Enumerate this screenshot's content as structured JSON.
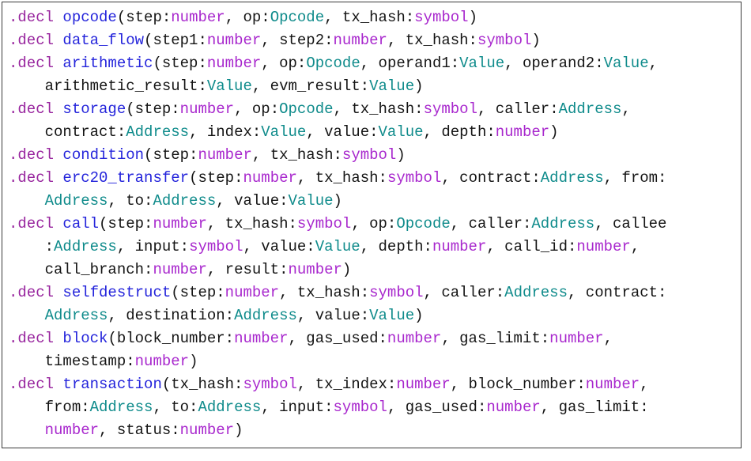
{
  "listing": {
    "language": "souffle-datalog",
    "description_labels": {
      "keyword_label": ".decl"
    }
  },
  "colors": {
    "keyword": "#98259E",
    "relation": "#2424DB",
    "builtin_type": "#A827CD",
    "user_type": "#0F8B8B",
    "plain": "#141414",
    "border": "#3A3A3A",
    "background": "#FFFFFF"
  },
  "code": {
    "lines": [
      {
        "tokens": [
          [
            "kw",
            ".decl"
          ],
          [
            "pl",
            " "
          ],
          [
            "rel",
            "opcode"
          ],
          [
            "pl",
            "(step:"
          ],
          [
            "bt",
            "number"
          ],
          [
            "pl",
            ", op:"
          ],
          [
            "ut",
            "Opcode"
          ],
          [
            "pl",
            ", tx_hash:"
          ],
          [
            "bt",
            "symbol"
          ],
          [
            "pl",
            ")"
          ]
        ]
      },
      {
        "tokens": [
          [
            "kw",
            ".decl"
          ],
          [
            "pl",
            " "
          ],
          [
            "rel",
            "data_flow"
          ],
          [
            "pl",
            "(step1:"
          ],
          [
            "bt",
            "number"
          ],
          [
            "pl",
            ", step2:"
          ],
          [
            "bt",
            "number"
          ],
          [
            "pl",
            ", tx_hash:"
          ],
          [
            "bt",
            "symbol"
          ],
          [
            "pl",
            ")"
          ]
        ]
      },
      {
        "tokens": [
          [
            "kw",
            ".decl"
          ],
          [
            "pl",
            " "
          ],
          [
            "rel",
            "arithmetic"
          ],
          [
            "pl",
            "(step:"
          ],
          [
            "bt",
            "number"
          ],
          [
            "pl",
            ", op:"
          ],
          [
            "ut",
            "Opcode"
          ],
          [
            "pl",
            ", operand1:"
          ],
          [
            "ut",
            "Value"
          ],
          [
            "pl",
            ", operand2:"
          ],
          [
            "ut",
            "Value"
          ],
          [
            "pl",
            ","
          ]
        ]
      },
      {
        "tokens": [
          [
            "pl",
            "    arithmetic_result:"
          ],
          [
            "ut",
            "Value"
          ],
          [
            "pl",
            ", evm_result:"
          ],
          [
            "ut",
            "Value"
          ],
          [
            "pl",
            ")"
          ]
        ]
      },
      {
        "tokens": [
          [
            "kw",
            ".decl"
          ],
          [
            "pl",
            " "
          ],
          [
            "rel",
            "storage"
          ],
          [
            "pl",
            "(step:"
          ],
          [
            "bt",
            "number"
          ],
          [
            "pl",
            ", op:"
          ],
          [
            "ut",
            "Opcode"
          ],
          [
            "pl",
            ", tx_hash:"
          ],
          [
            "bt",
            "symbol"
          ],
          [
            "pl",
            ", caller:"
          ],
          [
            "ut",
            "Address"
          ],
          [
            "pl",
            ","
          ]
        ]
      },
      {
        "tokens": [
          [
            "pl",
            "    contract:"
          ],
          [
            "ut",
            "Address"
          ],
          [
            "pl",
            ", index:"
          ],
          [
            "ut",
            "Value"
          ],
          [
            "pl",
            ", value:"
          ],
          [
            "ut",
            "Value"
          ],
          [
            "pl",
            ", depth:"
          ],
          [
            "bt",
            "number"
          ],
          [
            "pl",
            ")"
          ]
        ]
      },
      {
        "tokens": [
          [
            "kw",
            ".decl"
          ],
          [
            "pl",
            " "
          ],
          [
            "rel",
            "condition"
          ],
          [
            "pl",
            "(step:"
          ],
          [
            "bt",
            "number"
          ],
          [
            "pl",
            ", tx_hash:"
          ],
          [
            "bt",
            "symbol"
          ],
          [
            "pl",
            ")"
          ]
        ]
      },
      {
        "tokens": [
          [
            "kw",
            ".decl"
          ],
          [
            "pl",
            " "
          ],
          [
            "rel",
            "erc20_transfer"
          ],
          [
            "pl",
            "(step:"
          ],
          [
            "bt",
            "number"
          ],
          [
            "pl",
            ", tx_hash:"
          ],
          [
            "bt",
            "symbol"
          ],
          [
            "pl",
            ", contract:"
          ],
          [
            "ut",
            "Address"
          ],
          [
            "pl",
            ", from:"
          ]
        ]
      },
      {
        "tokens": [
          [
            "pl",
            "    "
          ],
          [
            "ut",
            "Address"
          ],
          [
            "pl",
            ", to:"
          ],
          [
            "ut",
            "Address"
          ],
          [
            "pl",
            ", value:"
          ],
          [
            "ut",
            "Value"
          ],
          [
            "pl",
            ")"
          ]
        ]
      },
      {
        "tokens": [
          [
            "kw",
            ".decl"
          ],
          [
            "pl",
            " "
          ],
          [
            "rel",
            "call"
          ],
          [
            "pl",
            "(step:"
          ],
          [
            "bt",
            "number"
          ],
          [
            "pl",
            ", tx_hash:"
          ],
          [
            "bt",
            "symbol"
          ],
          [
            "pl",
            ", op:"
          ],
          [
            "ut",
            "Opcode"
          ],
          [
            "pl",
            ", caller:"
          ],
          [
            "ut",
            "Address"
          ],
          [
            "pl",
            ", callee"
          ]
        ]
      },
      {
        "tokens": [
          [
            "pl",
            "    :"
          ],
          [
            "ut",
            "Address"
          ],
          [
            "pl",
            ", input:"
          ],
          [
            "bt",
            "symbol"
          ],
          [
            "pl",
            ", value:"
          ],
          [
            "ut",
            "Value"
          ],
          [
            "pl",
            ", depth:"
          ],
          [
            "bt",
            "number"
          ],
          [
            "pl",
            ", call_id:"
          ],
          [
            "bt",
            "number"
          ],
          [
            "pl",
            ","
          ]
        ]
      },
      {
        "tokens": [
          [
            "pl",
            "    call_branch:"
          ],
          [
            "bt",
            "number"
          ],
          [
            "pl",
            ", result:"
          ],
          [
            "bt",
            "number"
          ],
          [
            "pl",
            ")"
          ]
        ]
      },
      {
        "tokens": [
          [
            "kw",
            ".decl"
          ],
          [
            "pl",
            " "
          ],
          [
            "rel",
            "selfdestruct"
          ],
          [
            "pl",
            "(step:"
          ],
          [
            "bt",
            "number"
          ],
          [
            "pl",
            ", tx_hash:"
          ],
          [
            "bt",
            "symbol"
          ],
          [
            "pl",
            ", caller:"
          ],
          [
            "ut",
            "Address"
          ],
          [
            "pl",
            ", contract:"
          ]
        ]
      },
      {
        "tokens": [
          [
            "pl",
            "    "
          ],
          [
            "ut",
            "Address"
          ],
          [
            "pl",
            ", destination:"
          ],
          [
            "ut",
            "Address"
          ],
          [
            "pl",
            ", value:"
          ],
          [
            "ut",
            "Value"
          ],
          [
            "pl",
            ")"
          ]
        ]
      },
      {
        "tokens": [
          [
            "kw",
            ".decl"
          ],
          [
            "pl",
            " "
          ],
          [
            "rel",
            "block"
          ],
          [
            "pl",
            "(block_number:"
          ],
          [
            "bt",
            "number"
          ],
          [
            "pl",
            ", gas_used:"
          ],
          [
            "bt",
            "number"
          ],
          [
            "pl",
            ", gas_limit:"
          ],
          [
            "bt",
            "number"
          ],
          [
            "pl",
            ","
          ]
        ]
      },
      {
        "tokens": [
          [
            "pl",
            "    timestamp:"
          ],
          [
            "bt",
            "number"
          ],
          [
            "pl",
            ")"
          ]
        ]
      },
      {
        "tokens": [
          [
            "kw",
            ".decl"
          ],
          [
            "pl",
            " "
          ],
          [
            "rel",
            "transaction"
          ],
          [
            "pl",
            "(tx_hash:"
          ],
          [
            "bt",
            "symbol"
          ],
          [
            "pl",
            ", tx_index:"
          ],
          [
            "bt",
            "number"
          ],
          [
            "pl",
            ", block_number:"
          ],
          [
            "bt",
            "number"
          ],
          [
            "pl",
            ","
          ]
        ]
      },
      {
        "tokens": [
          [
            "pl",
            "    from:"
          ],
          [
            "ut",
            "Address"
          ],
          [
            "pl",
            ", to:"
          ],
          [
            "ut",
            "Address"
          ],
          [
            "pl",
            ", input:"
          ],
          [
            "bt",
            "symbol"
          ],
          [
            "pl",
            ", gas_used:"
          ],
          [
            "bt",
            "number"
          ],
          [
            "pl",
            ", gas_limit:"
          ]
        ]
      },
      {
        "tokens": [
          [
            "pl",
            "    "
          ],
          [
            "bt",
            "number"
          ],
          [
            "pl",
            ", status:"
          ],
          [
            "bt",
            "number"
          ],
          [
            "pl",
            ")"
          ]
        ]
      }
    ]
  }
}
